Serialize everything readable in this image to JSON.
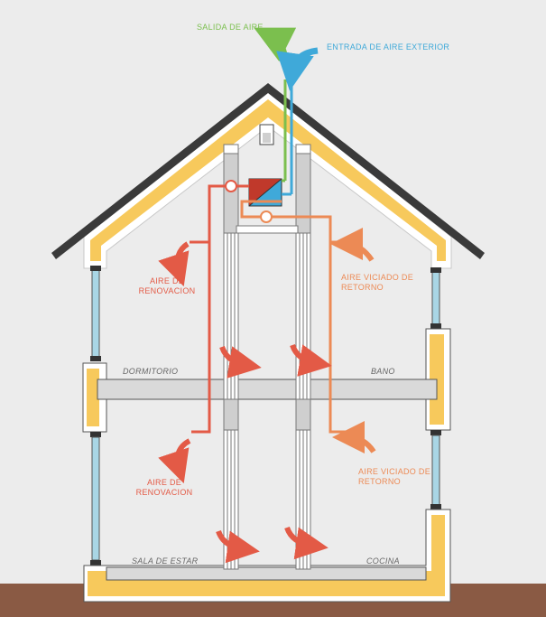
{
  "labels": {
    "salida_aire": "SALIDA DE AIRE",
    "entrada_aire_exterior": "ENTRADA DE AIRE EXTERIOR",
    "aire_renovacion_upper_1": "AIRE DE",
    "aire_renovacion_upper_2": "RENOVACION",
    "aire_viciado_upper_1": "AIRE VICIADO DE",
    "aire_viciado_upper_2": "RETORNO",
    "aire_renovacion_lower_1": "AIRE DE",
    "aire_renovacion_lower_2": "RENOVACION",
    "aire_viciado_lower_1": "AIRE VICIADO DE",
    "aire_viciado_lower_2": "RETORNO"
  },
  "rooms": {
    "dormitorio": "DORMITORIO",
    "bano": "BANO",
    "sala_de_estar": "SALA DE ESTAR",
    "cocina": "COCINA"
  },
  "colors": {
    "background": "#ececec",
    "ground": "#8a5a44",
    "roof": "#3a3a3a",
    "insulation": "#f7c95c",
    "wall": "#ffffff",
    "window_glass": "#a9d6e5",
    "supply_air": "#e35a46",
    "return_air": "#ec8a55",
    "exhaust_air": "#7bbf4e",
    "intake_air": "#3fa9d9",
    "label_grey": "#666666"
  }
}
